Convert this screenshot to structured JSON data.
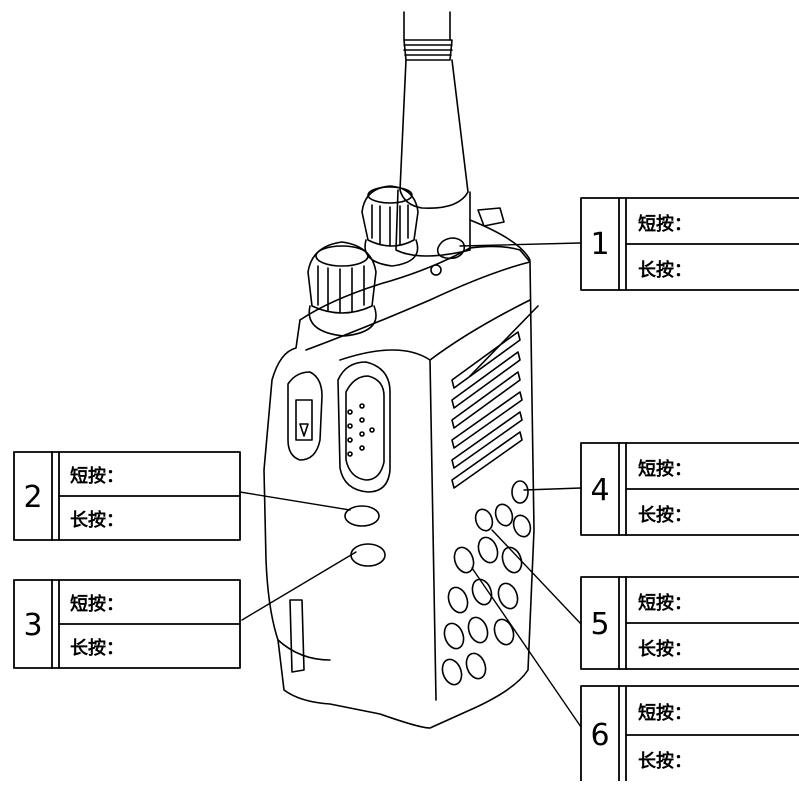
{
  "diagram": {
    "short_press_label": "短按：",
    "long_press_label": "长按：",
    "callouts": [
      {
        "number": "1",
        "short_press": "短按：",
        "long_press": "长按："
      },
      {
        "number": "2",
        "short_press": "短按：",
        "long_press": "长按："
      },
      {
        "number": "3",
        "short_press": "短按：",
        "long_press": "长按："
      },
      {
        "number": "4",
        "short_press": "短按：",
        "long_press": "长按："
      },
      {
        "number": "5",
        "short_press": "短按：",
        "long_press": "长按："
      },
      {
        "number": "6",
        "short_press": "短按：",
        "long_press": "长按："
      }
    ]
  }
}
